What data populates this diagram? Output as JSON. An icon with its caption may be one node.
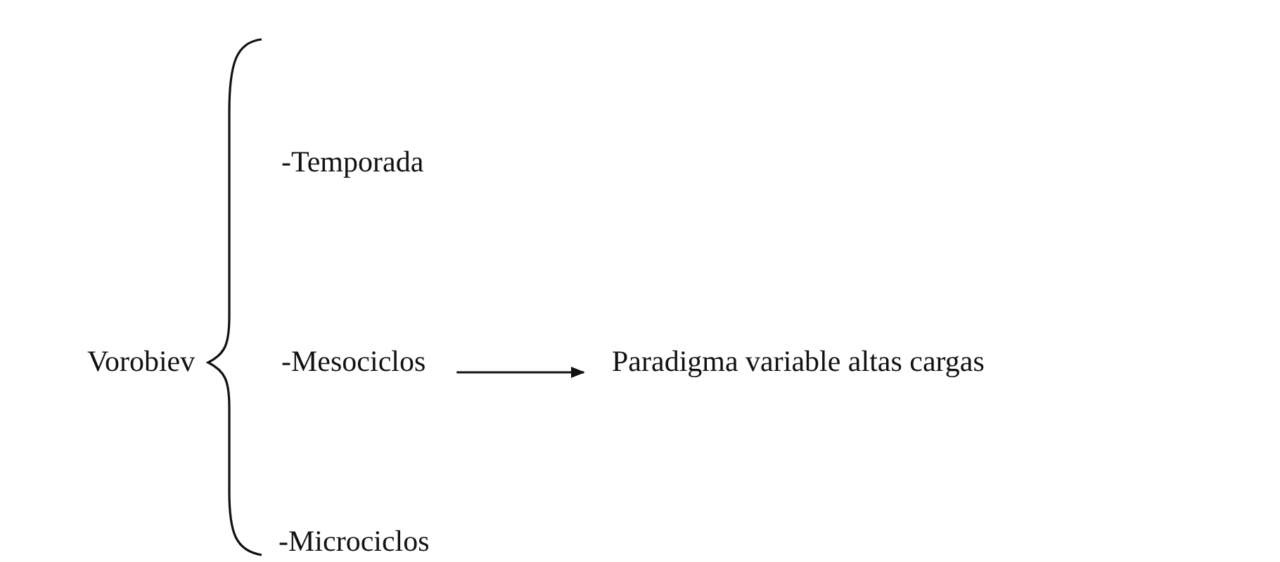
{
  "diagram": {
    "nodes": [
      {
        "text": [
          "-Mesociclos"
        ]
      },
      {
        "text": [
          "Paradigma variable altas cargas"
        ]
      }
    ],
    "edges": [
      {
        "from": 0,
        "to": 1,
        "arrow": "to"
      }
    ],
    "labels": [
      "Vorobiev",
      "-Temporada",
      "-Microciclos"
    ]
  }
}
